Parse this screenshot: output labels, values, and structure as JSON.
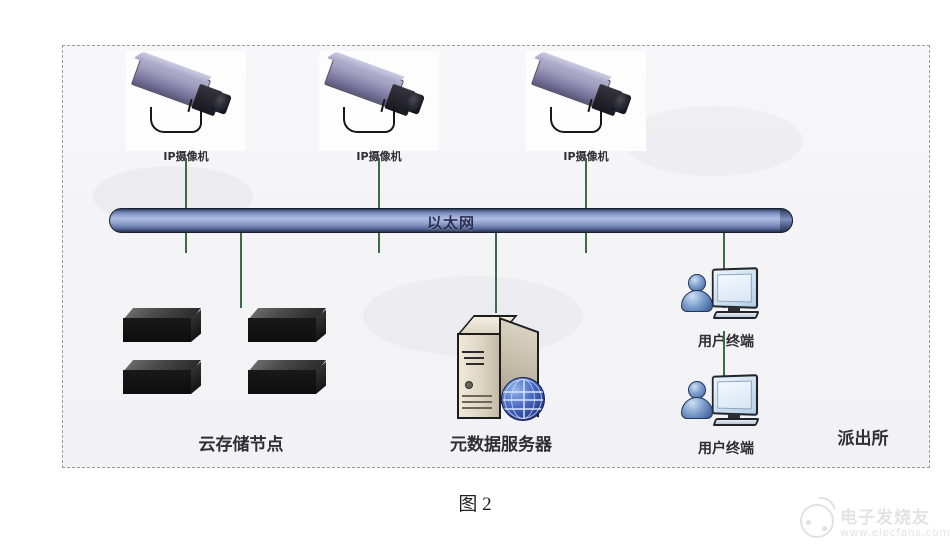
{
  "figure": {
    "caption": "图 2",
    "zone_label": "派出所"
  },
  "network": {
    "bus_label": "以太网"
  },
  "cameras": [
    {
      "label": "IP摄像机"
    },
    {
      "label": "IP摄像机"
    },
    {
      "label": "IP摄像机"
    }
  ],
  "storage": {
    "label": "云存储节点",
    "node_count": 4
  },
  "metadata_server": {
    "label": "元数据服务器"
  },
  "terminals": [
    {
      "label": "用户终端"
    },
    {
      "label": "用户终端"
    }
  ],
  "watermark": {
    "brand": "电子发烧友",
    "url": "www.elecfans.com"
  },
  "colors": {
    "bus_blue": "#8fa0cc",
    "connector_green": "#3d6b45",
    "dashed_border": "#9a9aa2",
    "background": "#f4f4f7"
  }
}
